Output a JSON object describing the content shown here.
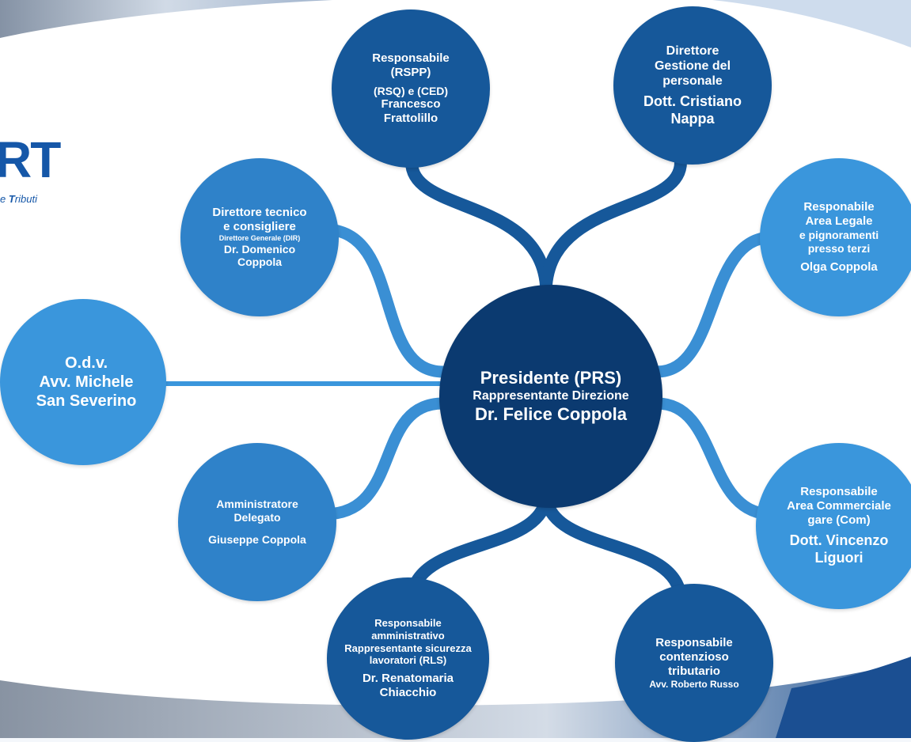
{
  "logo": {
    "mark": "RT",
    "subtitle_pre": "e ",
    "subtitle_bold": "T",
    "subtitle_post": "ributi"
  },
  "colors": {
    "dark": "#16589a",
    "mid": "#2f82c9",
    "light": "#3a96dc",
    "center": "#0b3a70",
    "line": "#3e96d8"
  },
  "center": {
    "line1": "Presidente (PRS)",
    "line2": "Rappresentante Direzione",
    "line3": "Dr. Felice Coppola"
  },
  "nodes": {
    "rspp": [
      "Responsabile",
      "(RSPP)",
      "(RSQ) e (CED)",
      "Francesco",
      "Frattolillo"
    ],
    "personale": [
      "Direttore",
      "Gestione del",
      "personale",
      "Dott. Cristiano",
      "Nappa"
    ],
    "tecnico": [
      "Direttore tecnico",
      "e consigliere",
      "Direttore Generale (DIR)",
      "Dr. Domenico",
      "Coppola"
    ],
    "legale": [
      "Responabile",
      "Area Legale",
      "e pignoramenti",
      "presso terzi",
      "Olga Coppola"
    ],
    "odv": [
      "O.d.v.",
      "Avv. Michele",
      "San Severino"
    ],
    "ad": [
      "Amministratore",
      "Delegato",
      "Giuseppe Coppola"
    ],
    "commerciale": [
      "Responsabile",
      "Area Commerciale",
      "gare (Com)",
      "Dott. Vincenzo",
      "Liguori"
    ],
    "amministrativo": [
      "Responsabile",
      "amministrativo",
      "Rappresentante sicurezza",
      "lavoratori (RLS)",
      "Dr. Renatomaria",
      "Chiacchio"
    ],
    "contenzioso": [
      "Responsabile",
      "contenzioso",
      "tributario",
      "Avv. Roberto Russo"
    ]
  }
}
